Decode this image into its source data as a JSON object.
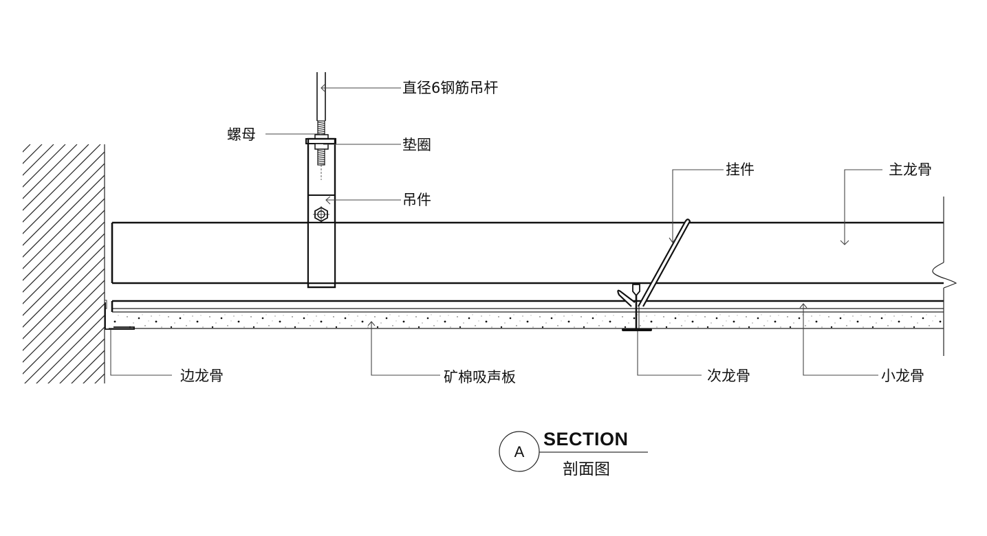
{
  "drawing": {
    "type": "ceiling-section-detail",
    "labels": {
      "rod": "直径6钢筋吊杆",
      "nut": "螺母",
      "washer": "垫圈",
      "hanger": "吊件",
      "clip": "挂件",
      "main_runner": "主龙骨",
      "edge_runner": "边龙骨",
      "acoustic_board": "矿棉吸声板",
      "secondary_runner": "次龙骨",
      "small_runner": "小龙骨"
    },
    "title_block": {
      "section_letter": "A",
      "title_en": "SECTION",
      "title_cn": "剖面图"
    },
    "colors": {
      "line": "#111111",
      "background": "#ffffff"
    }
  }
}
